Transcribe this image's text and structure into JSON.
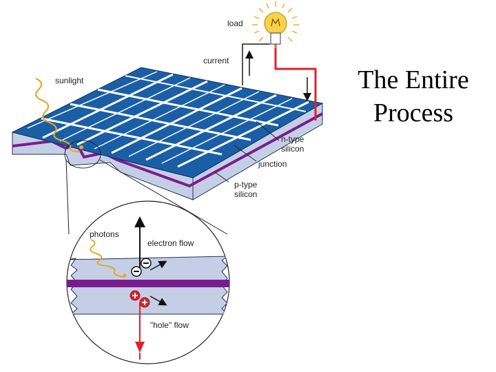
{
  "slide": {
    "title": "The Entire Process"
  },
  "diagram": {
    "labels": {
      "load": "load",
      "current": "current",
      "sunlight": "sunlight",
      "n_type": [
        "n-type",
        "silicon"
      ],
      "junction": "junction",
      "p_type": [
        "p-type",
        "silicon"
      ],
      "photons": "photons",
      "electron_flow": "electron flow",
      "hole_flow": "\"hole\" flow"
    }
  },
  "colors": {
    "cell_blue": "#1a5fa6",
    "grid_white": "#ffffff",
    "slab_light": "#c4cfe6",
    "junction_purple": "#7b1c8e",
    "wire_red": "#e0202a",
    "photon_gold": "#e8a81c",
    "bulb_yellow": "#f7d24a"
  }
}
